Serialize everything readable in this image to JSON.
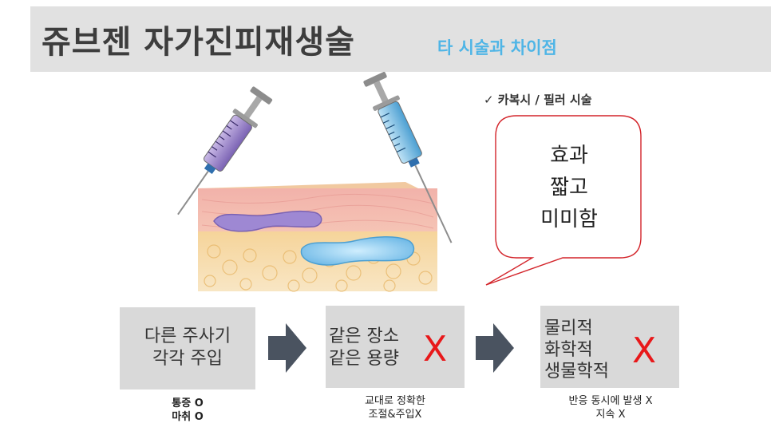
{
  "header": {
    "title": "쥬브젠 자가진피재생술",
    "subtitle": "타 시술과 차이점"
  },
  "checklist": {
    "label": "✓  카복시 / 필러 시술"
  },
  "bubble": {
    "lines": [
      "효과",
      "짧고",
      "미미함"
    ]
  },
  "steps": [
    {
      "lines": [
        "다른 주사기",
        "각각 주입"
      ],
      "mark": "",
      "notes": [
        "통증 O",
        "마취 O"
      ]
    },
    {
      "lines": [
        "같은 장소",
        "같은 용량"
      ],
      "mark": "X",
      "notes": [
        "교대로 정확한",
        "조절&주입X"
      ]
    },
    {
      "lines": [
        "물리적",
        "화학적",
        "생물학적"
      ],
      "mark": "X",
      "notes": [
        "반응 동시에 발생 X",
        "지속 X"
      ]
    }
  ],
  "colors": {
    "title": "#3d3d3d",
    "subtitle": "#4fb5e6",
    "step_box": "#d9d9d9",
    "arrow": "#4a5360",
    "x_mark": "#e8181a"
  },
  "icons": [
    "syringe-icon",
    "arrow-right-icon",
    "speech-bubble"
  ]
}
